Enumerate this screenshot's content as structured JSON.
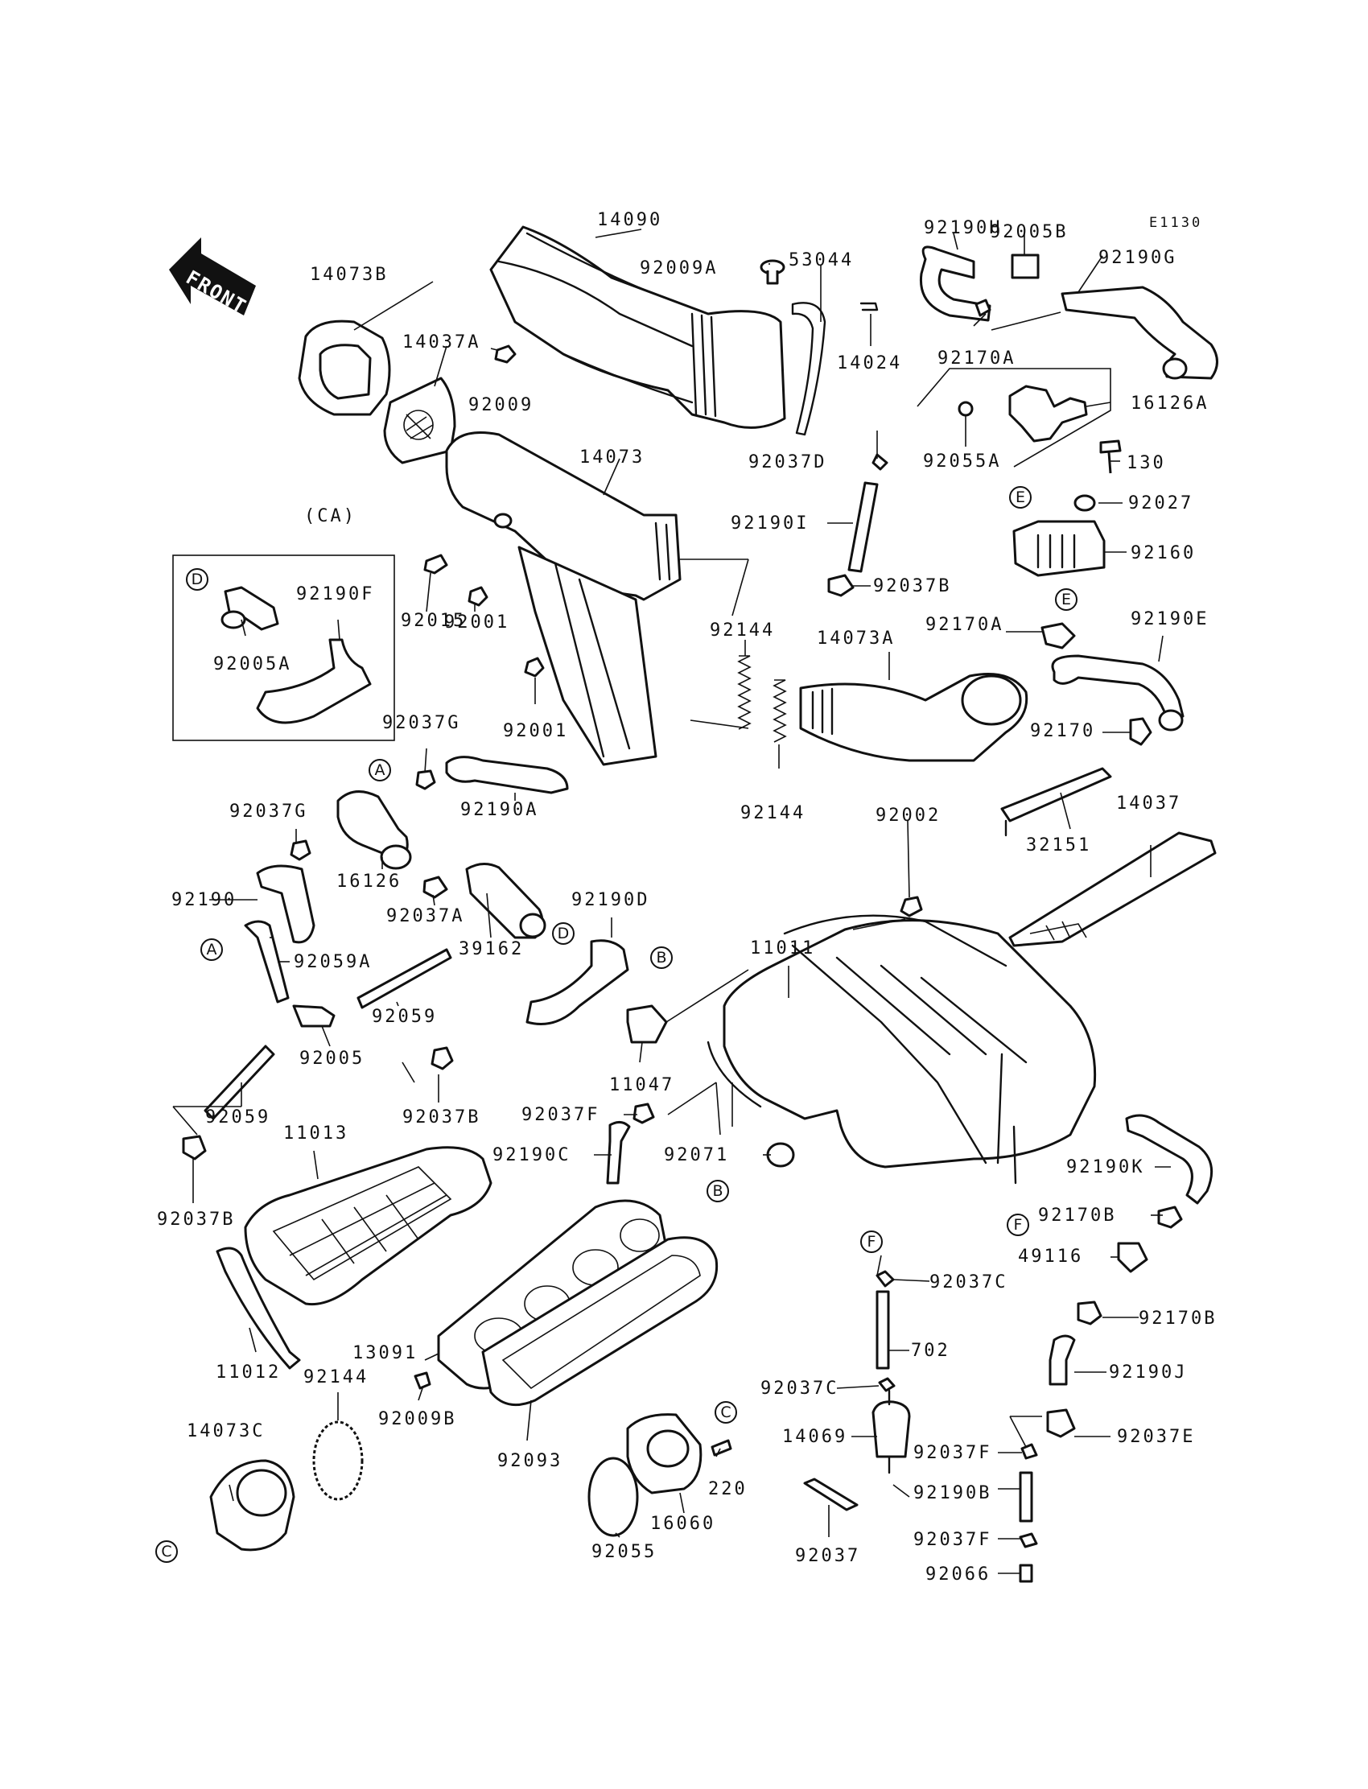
{
  "diagram_code": "E1130",
  "direction_label": "FRONT",
  "inset_label": "(CA)",
  "part_labels": {
    "p14090": "14090",
    "p92009A": "92009A",
    "p53044": "53044",
    "p92190H": "92190H",
    "p92005B": "92005B",
    "p92190G": "92190G",
    "p14073B": "14073B",
    "p14037A": "14037A",
    "p92009": "92009",
    "p14024": "14024",
    "p92170A": "92170A",
    "p16126A": "16126A",
    "p14073": "14073",
    "p92037D": "92037D",
    "p92055A": "92055A",
    "p130": "130",
    "p92027": "92027",
    "p92190I": "92190I",
    "p92160": "92160",
    "p92037B_top": "92037B",
    "p92190F": "92190F",
    "p92015": "92015",
    "p92001a": "92001",
    "p92001b": "92001",
    "p92005A": "92005A",
    "p92144a": "92144",
    "p14073A": "14073A",
    "p92170A2": "92170A",
    "p92190E": "92190E",
    "p92037G_a": "92037G",
    "p92170": "92170",
    "p92190A": "92190A",
    "p92144b": "92144",
    "p92037G_b": "92037G",
    "p92002": "92002",
    "p14037": "14037",
    "p32151": "32151",
    "p16126": "16126",
    "p92190": "92190",
    "p92037A": "92037A",
    "p92190D": "92190D",
    "p11011": "11011",
    "p39162": "39162",
    "p92059A": "92059A",
    "p92059a": "92059",
    "p92005": "92005",
    "p11047": "11047",
    "p92059b": "92059",
    "p92037B_mid": "92037B",
    "p92037F_a": "92037F",
    "p92071": "92071",
    "p11013": "11013",
    "p92190C": "92190C",
    "p92190K": "92190K",
    "p92037B_left": "92037B",
    "p92170B_a": "92170B",
    "p49116": "49116",
    "p92037C_a": "92037C",
    "p92170B_b": "92170B",
    "p702": "702",
    "p11012": "11012",
    "p13091": "13091",
    "p92144c": "92144",
    "p92190J": "92190J",
    "p92009B": "92009B",
    "p92037C_b": "92037C",
    "p14069": "14069",
    "p92037E": "92037E",
    "p14073C": "14073C",
    "p92093": "92093",
    "p92037F_b": "92037F",
    "p220": "220",
    "p92190B": "92190B",
    "p16060": "16060",
    "p92037F_c": "92037F",
    "p92055": "92055",
    "p92037": "92037",
    "p92066": "92066"
  },
  "reference_markers": {
    "m_D_inset": "D",
    "m_A_top": "A",
    "m_E_top": "E",
    "m_E_mid": "E",
    "m_A_left": "A",
    "m_D_mid": "D",
    "m_B_mid": "B",
    "m_B_low": "B",
    "m_F_box": "F",
    "m_F_low": "F",
    "m_C_filter": "C",
    "m_C_left": "C"
  }
}
